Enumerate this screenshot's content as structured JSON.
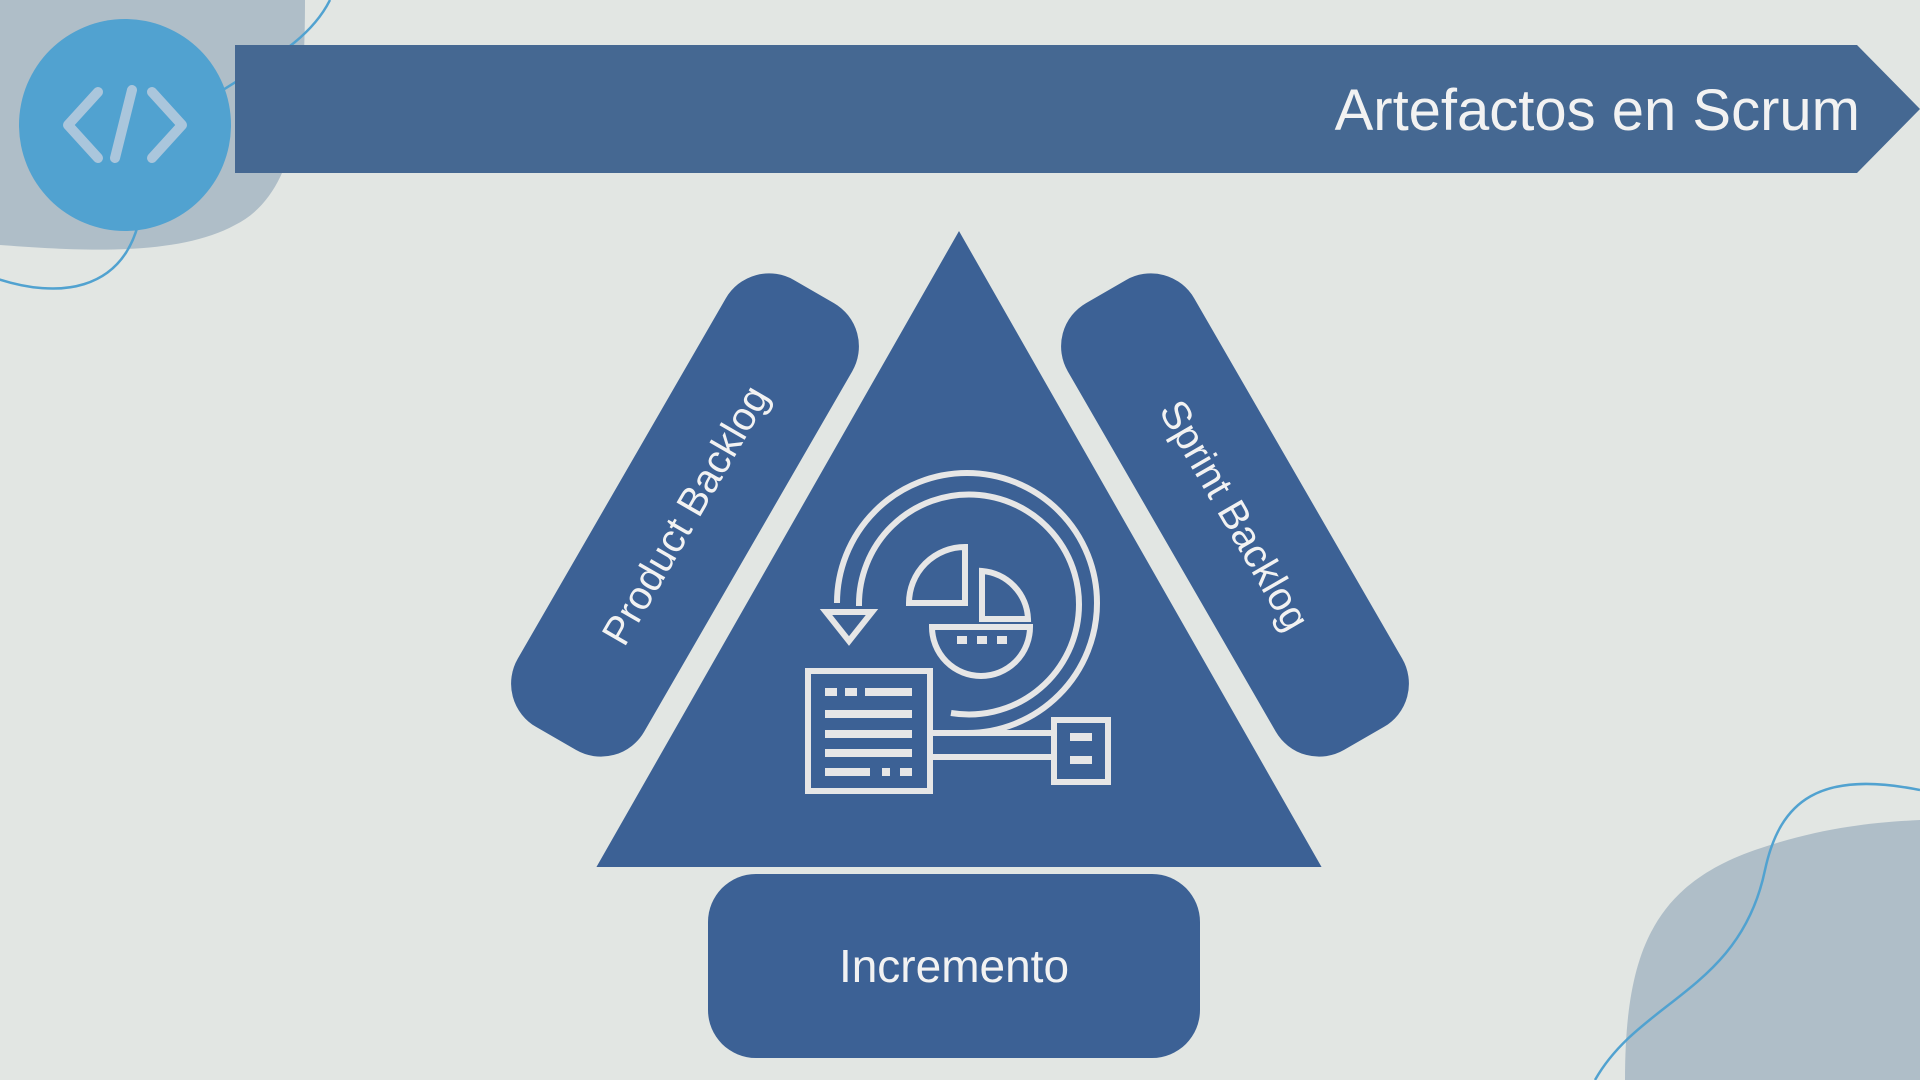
{
  "slide": {
    "title": "Artefactos en Scrum",
    "logo_icon": "code-brackets-icon",
    "center_icon": "data-cycle-document-icon"
  },
  "artifacts": {
    "product_backlog": "Product Backlog",
    "sprint_backlog": "Sprint Backlog",
    "increment": "Incremento"
  },
  "colors": {
    "background": "#e2e6e3",
    "primary": "#3c6195",
    "banner": "#456892",
    "accent_light": "#51a2d0",
    "blob": "#afbec8",
    "text_light": "#f2f2f2",
    "icon_stroke": "#e6e6e6"
  }
}
